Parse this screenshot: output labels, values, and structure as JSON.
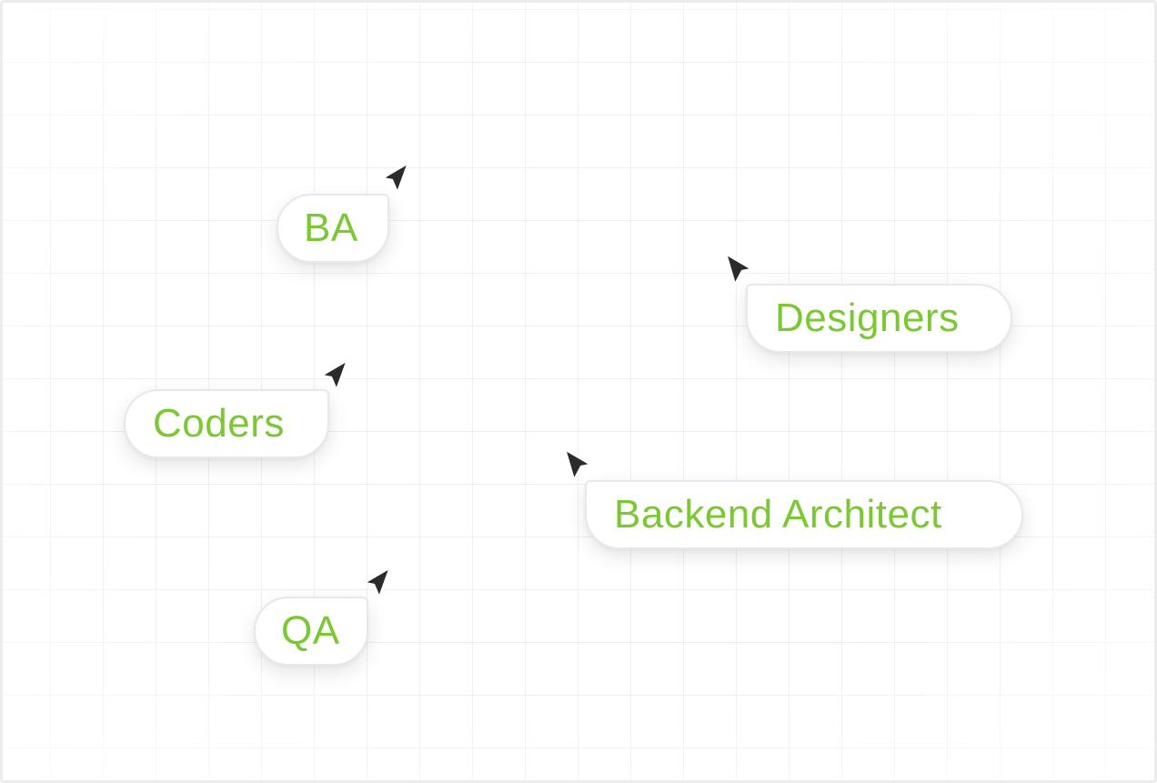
{
  "accent_color": "#7bc832",
  "cursor_color": "#2b2b2b",
  "collaborators": {
    "ba": {
      "label": "BA",
      "cursor_icon": "arrow-cursor-pointing-up-right"
    },
    "coders": {
      "label": "Coders",
      "cursor_icon": "arrow-cursor-pointing-up-right"
    },
    "qa": {
      "label": "QA",
      "cursor_icon": "arrow-cursor-pointing-up-right"
    },
    "designers": {
      "label": "Designers",
      "cursor_icon": "arrow-cursor-pointing-up-left"
    },
    "backend": {
      "label": "Backend Architect",
      "cursor_icon": "arrow-cursor-pointing-up-left"
    }
  }
}
